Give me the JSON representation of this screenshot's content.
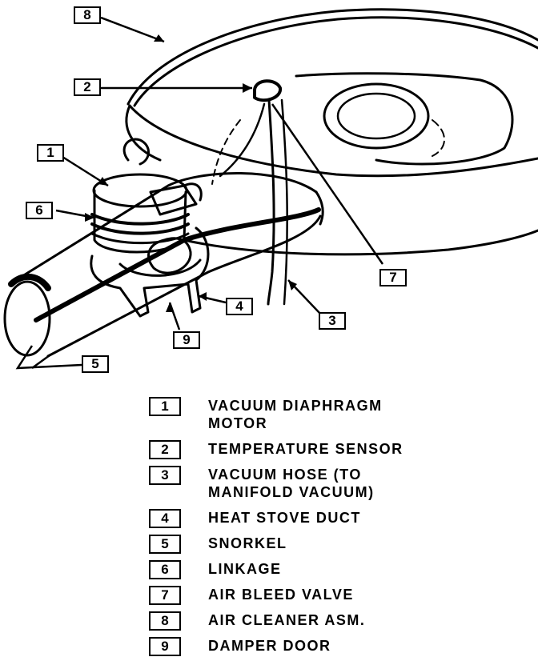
{
  "callouts": [
    "8",
    "2",
    "1",
    "6",
    "7",
    "3",
    "4",
    "9",
    "5"
  ],
  "legend": [
    {
      "num": "1",
      "text": "VACUUM DIAPHRAGM\nMOTOR"
    },
    {
      "num": "2",
      "text": "TEMPERATURE SENSOR"
    },
    {
      "num": "3",
      "text": "VACUUM HOSE (TO\nMANIFOLD VACUUM)"
    },
    {
      "num": "4",
      "text": "HEAT STOVE DUCT"
    },
    {
      "num": "5",
      "text": "SNORKEL"
    },
    {
      "num": "6",
      "text": "LINKAGE"
    },
    {
      "num": "7",
      "text": "AIR BLEED VALVE"
    },
    {
      "num": "8",
      "text": "AIR CLEANER ASM."
    },
    {
      "num": "9",
      "text": "DAMPER DOOR"
    }
  ]
}
